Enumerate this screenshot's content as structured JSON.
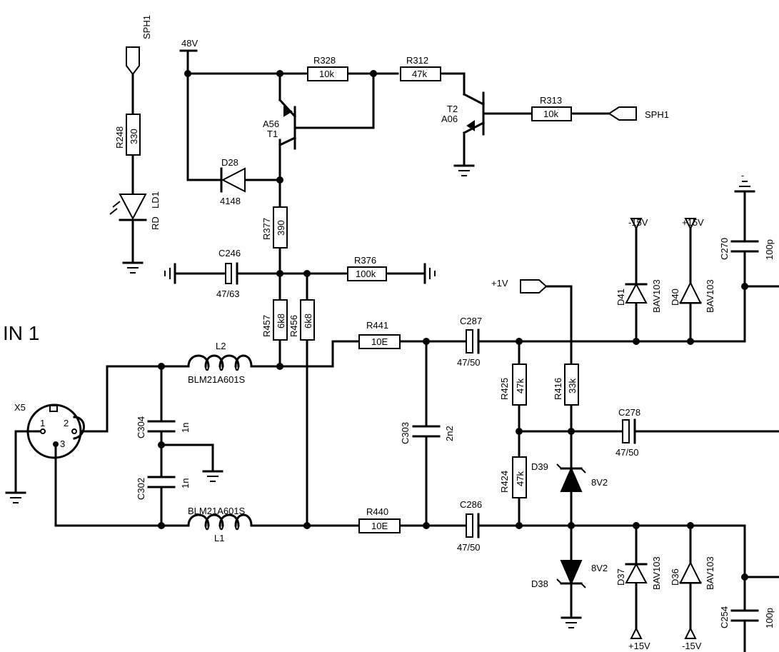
{
  "signals": {
    "sph1_top": "SPH1",
    "sph1_right": "SPH1",
    "v48": "48V",
    "plus1v": "+1V",
    "m15_top": "-15V",
    "p15_top": "+15V",
    "p15_bot": "+15V",
    "m15_bot": "-15V",
    "gnd_bar": "-"
  },
  "input_title": "IN 1",
  "connector": {
    "ref": "X5",
    "pin1": "1",
    "pin2": "2",
    "pin3": "3"
  },
  "components": {
    "R248": {
      "ref": "R248",
      "value": "330"
    },
    "LD1": {
      "ref": "LD1",
      "value": "RD"
    },
    "R328": {
      "ref": "R328",
      "value": "10k"
    },
    "R312": {
      "ref": "R312",
      "value": "47k"
    },
    "R313": {
      "ref": "R313",
      "value": "10k"
    },
    "T1": {
      "ref": "T1",
      "value": "A56"
    },
    "T2": {
      "ref": "T2",
      "value": "A06"
    },
    "D28": {
      "ref": "D28",
      "value": "4148"
    },
    "R377": {
      "ref": "R377",
      "value": "390"
    },
    "C246": {
      "ref": "C246",
      "value": "47/63"
    },
    "R376": {
      "ref": "R376",
      "value": "100k"
    },
    "R457": {
      "ref": "R457",
      "value": "6k8"
    },
    "R456": {
      "ref": "R456",
      "value": "6k8"
    },
    "L2": {
      "ref": "L2",
      "value": "BLM21A601S"
    },
    "L1": {
      "ref": "L1",
      "value": "BLM21A601S"
    },
    "R441": {
      "ref": "R441",
      "value": "10E"
    },
    "R440": {
      "ref": "R440",
      "value": "10E"
    },
    "C287": {
      "ref": "C287",
      "value": "47/50"
    },
    "C286": {
      "ref": "C286",
      "value": "47/50"
    },
    "C278": {
      "ref": "C278",
      "value": "47/50"
    },
    "C304": {
      "ref": "C304",
      "value": "1n"
    },
    "C302": {
      "ref": "C302",
      "value": "1n"
    },
    "C303": {
      "ref": "C303",
      "value": "2n2"
    },
    "R425": {
      "ref": "R425",
      "value": "47k"
    },
    "R424": {
      "ref": "R424",
      "value": "47k"
    },
    "R416": {
      "ref": "R416",
      "value": "33k"
    },
    "D39": {
      "ref": "D39",
      "value": "8V2"
    },
    "D38": {
      "ref": "D38",
      "value": "8V2"
    },
    "D41": {
      "ref": "D41",
      "value": "BAV103"
    },
    "D40": {
      "ref": "D40",
      "value": "BAV103"
    },
    "D37": {
      "ref": "D37",
      "value": "BAV103"
    },
    "D36": {
      "ref": "D36",
      "value": "BAV103"
    },
    "C270": {
      "ref": "C270",
      "value": "100p"
    },
    "C254": {
      "ref": "C254",
      "value": "100p"
    }
  }
}
